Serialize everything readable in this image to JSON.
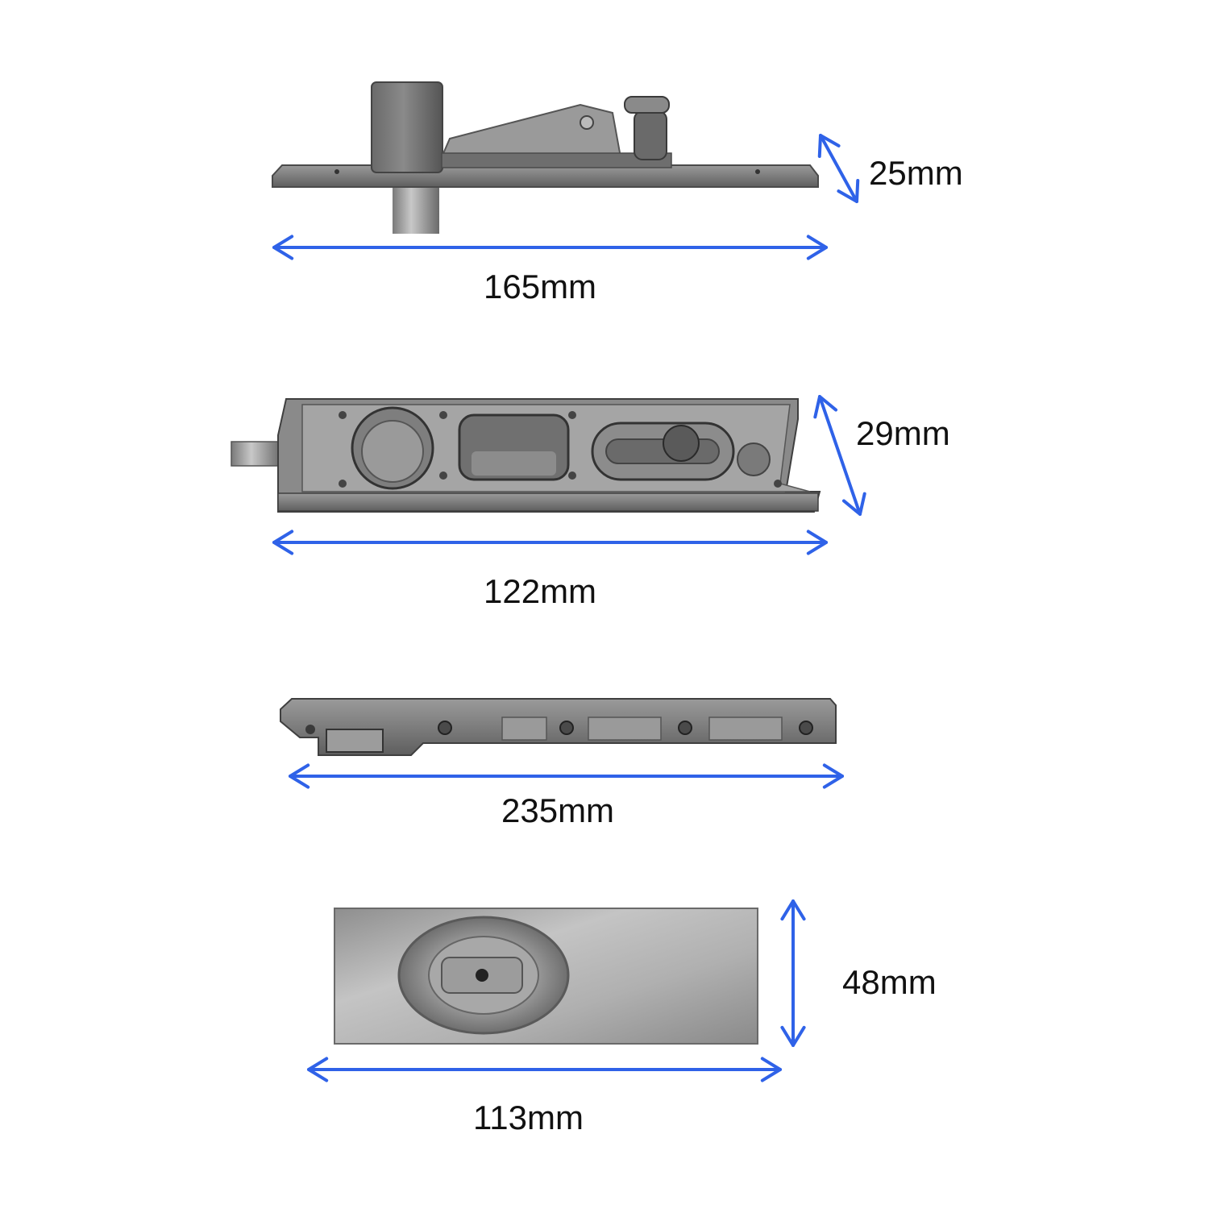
{
  "colors": {
    "arrow": "#2f62e8",
    "metal_dark": "#5a5a5a",
    "metal_mid": "#8c8c8c",
    "metal_light": "#b8b8b8",
    "text": "#111111"
  },
  "parts": [
    {
      "id": "top-pivot",
      "length_label": "165mm",
      "height_label": "25mm"
    },
    {
      "id": "bottom-pivot-box",
      "length_label": "122mm",
      "height_label": "29mm"
    },
    {
      "id": "door-strap-arm",
      "length_label": "235mm"
    },
    {
      "id": "cover-plate",
      "length_label": "113mm",
      "height_label": "48mm"
    }
  ]
}
